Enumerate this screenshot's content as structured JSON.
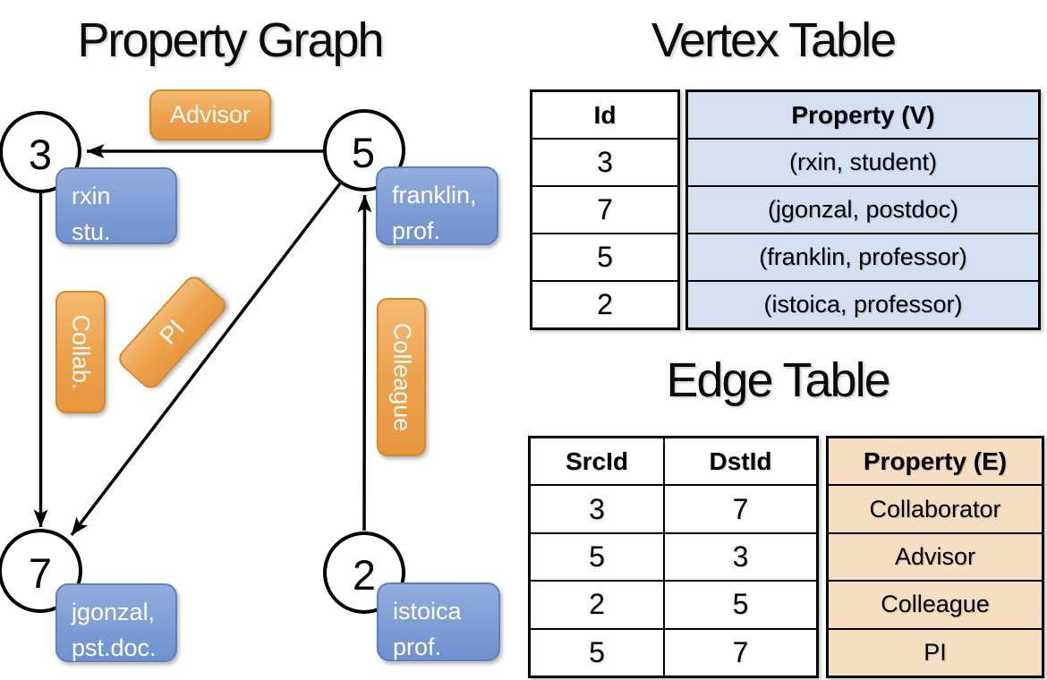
{
  "graph": {
    "title": "Property Graph",
    "nodes": [
      {
        "id": "3",
        "label_lines": [
          "rxin",
          "stu."
        ]
      },
      {
        "id": "5",
        "label_lines": [
          "franklin,",
          "prof."
        ]
      },
      {
        "id": "7",
        "label_lines": [
          "jgonzal,",
          "pst.doc."
        ]
      },
      {
        "id": "2",
        "label_lines": [
          "istoica",
          "prof."
        ]
      }
    ],
    "edge_labels": {
      "advisor": "Advisor",
      "collab": "Collab.",
      "pi": "PI",
      "colleague": "Colleague"
    }
  },
  "vertex_table": {
    "title": "Vertex Table",
    "columns": [
      "Id",
      "Property (V)"
    ],
    "rows": [
      [
        "3",
        "(rxin, student)"
      ],
      [
        "7",
        "(jgonzal, postdoc)"
      ],
      [
        "5",
        "(franklin, professor)"
      ],
      [
        "2",
        "(istoica, professor)"
      ]
    ]
  },
  "edge_table": {
    "title": "Edge Table",
    "columns": [
      "SrcId",
      "DstId",
      "Property (E)"
    ],
    "rows": [
      [
        "3",
        "7",
        "Collaborator"
      ],
      [
        "5",
        "3",
        "Advisor"
      ],
      [
        "2",
        "5",
        "Colleague"
      ],
      [
        "5",
        "7",
        "PI"
      ]
    ]
  },
  "colors": {
    "orange_top": "#F4BA72",
    "orange_bottom": "#E6973E",
    "orange_border": "#D3882F",
    "blue_top": "#93ADDD",
    "blue_bottom": "#7191CE",
    "blue_border": "#5F80C0",
    "vertex_property_fill": "#D5DFF2",
    "edge_property_fill": "#F6DEC2",
    "line_black": "#000000"
  }
}
